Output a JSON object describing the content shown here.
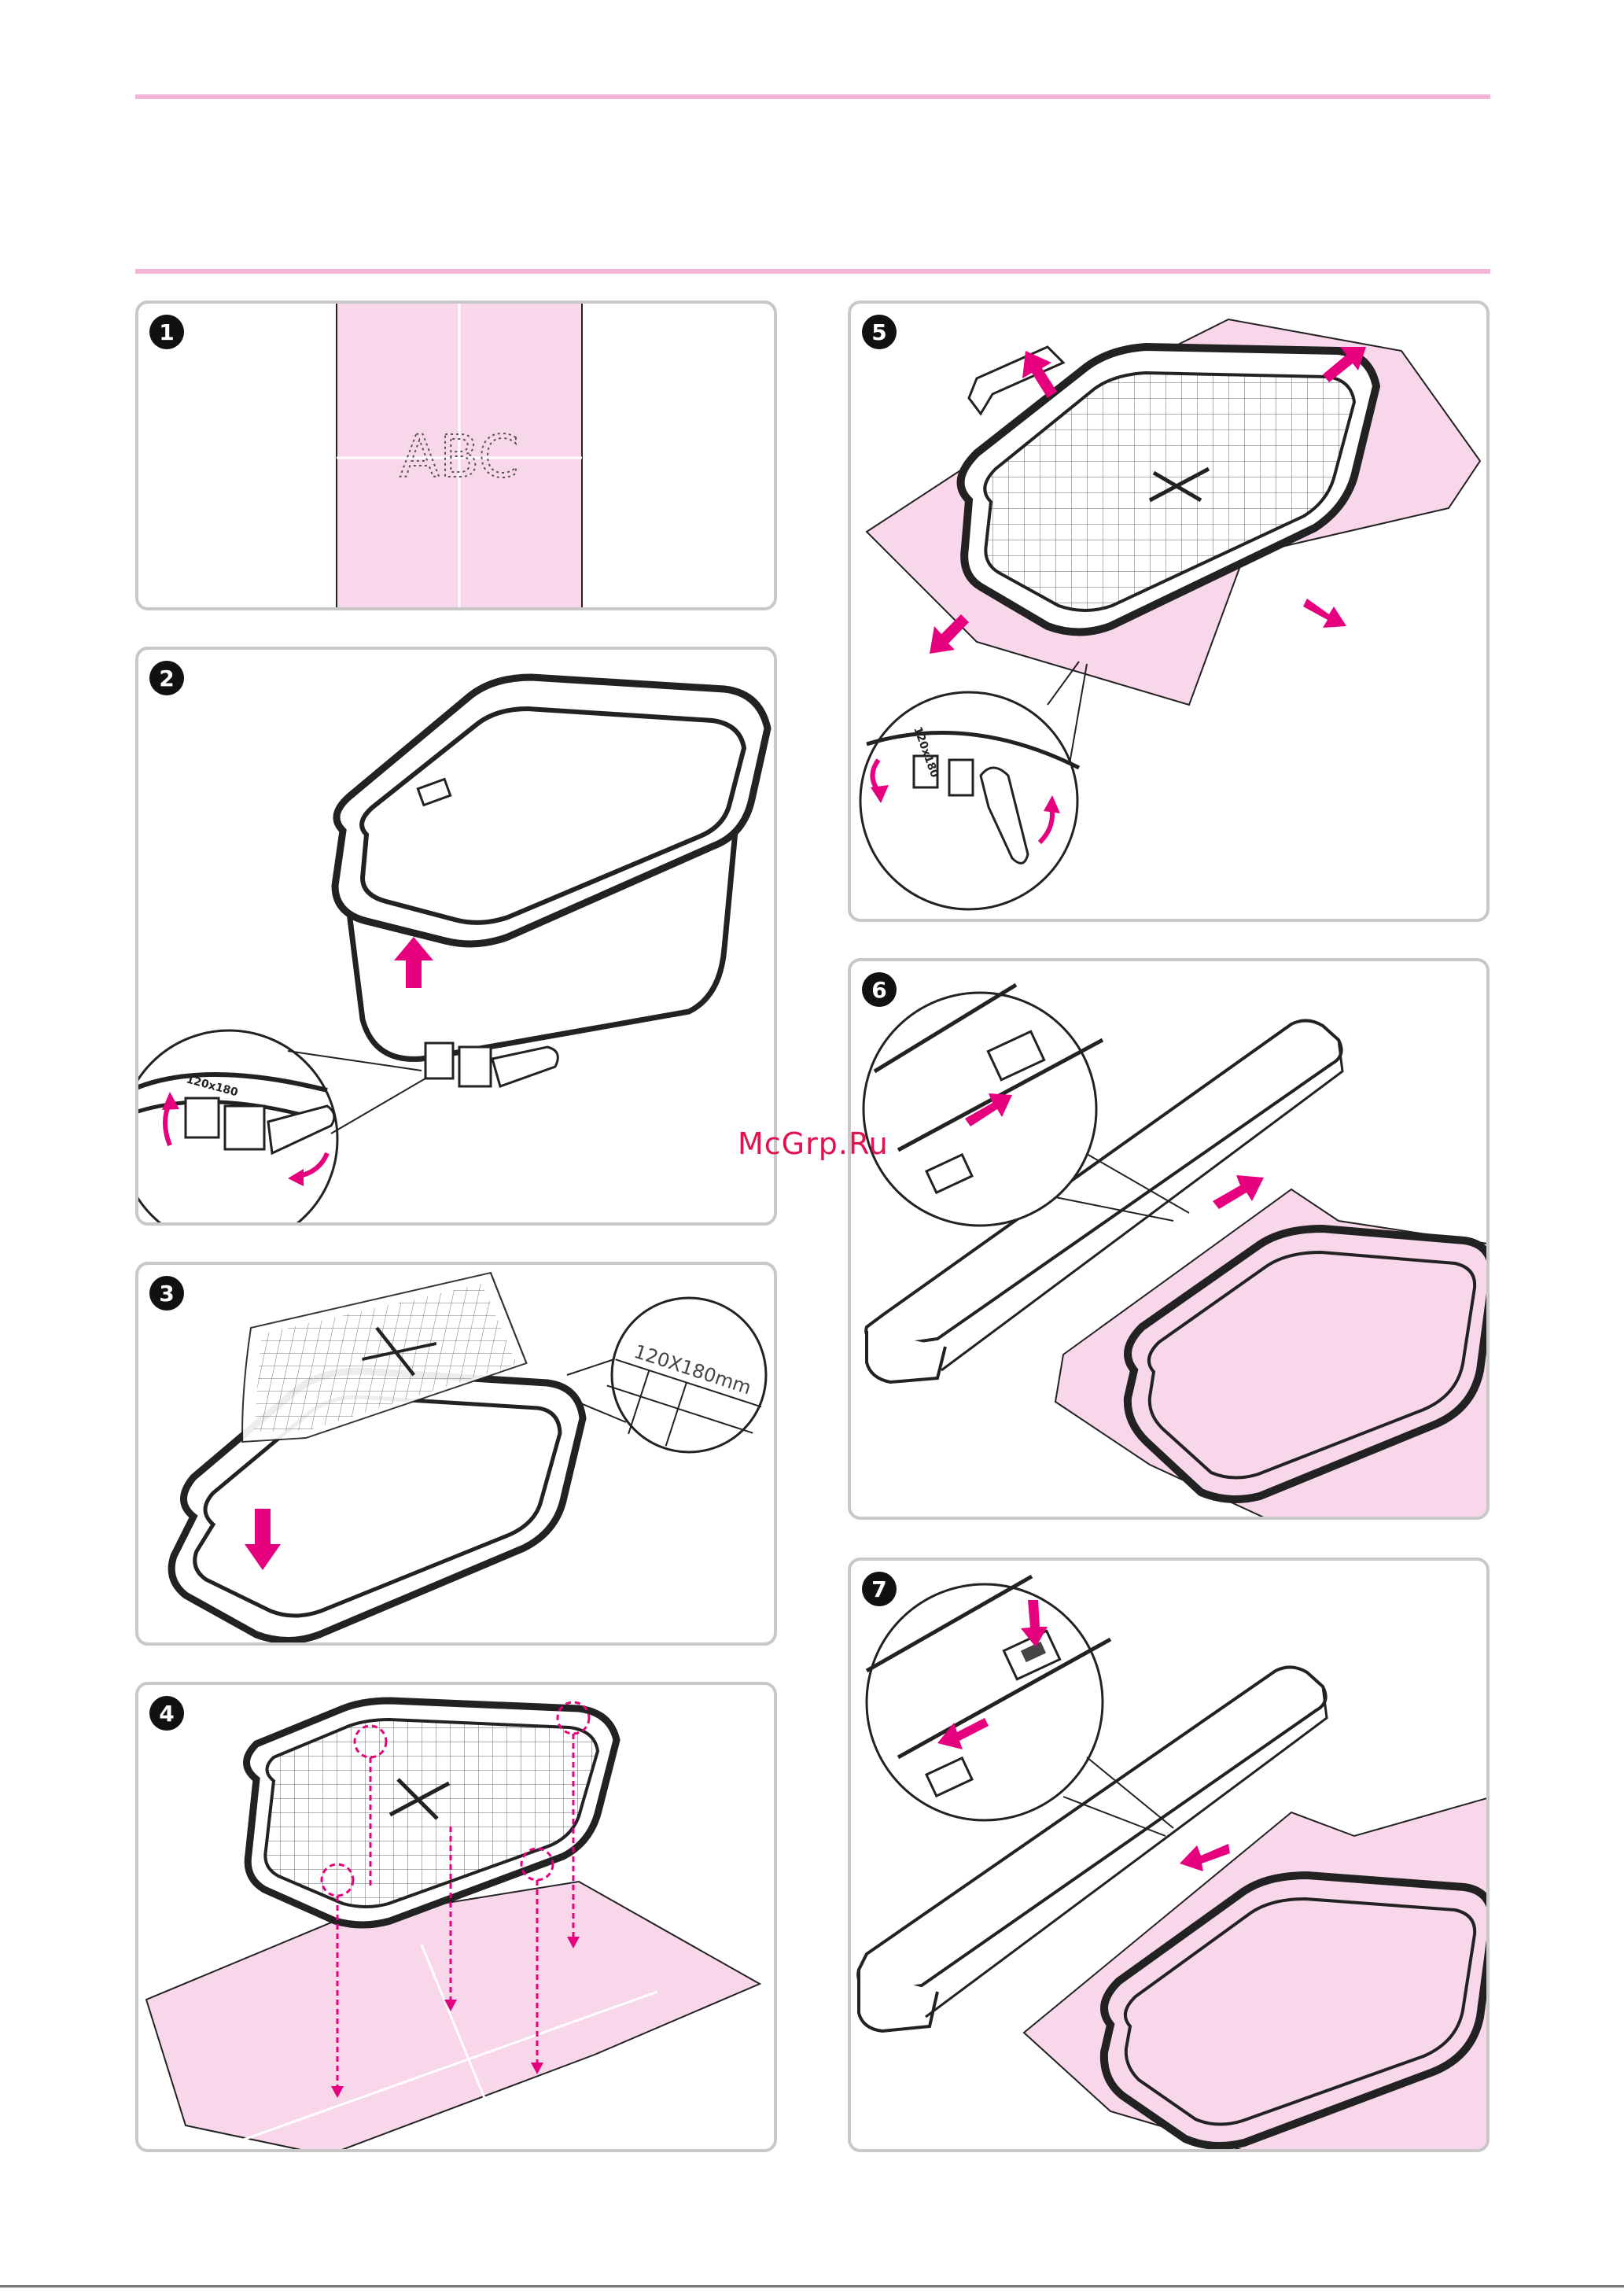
{
  "steps": [
    {
      "number": "1",
      "sample_text": "ABC"
    },
    {
      "number": "2",
      "hoop_size_label": "120x180"
    },
    {
      "number": "3",
      "template_label": "120X180mm"
    },
    {
      "number": "4"
    },
    {
      "number": "5",
      "hoop_size_label": "120x180"
    },
    {
      "number": "6"
    },
    {
      "number": "7"
    }
  ],
  "watermark": "McGrp.Ru",
  "colors": {
    "accent": "#e6007e",
    "fabric": "#f8d7ea",
    "rule": "#f4b6d8",
    "border": "#c8c8c8"
  }
}
